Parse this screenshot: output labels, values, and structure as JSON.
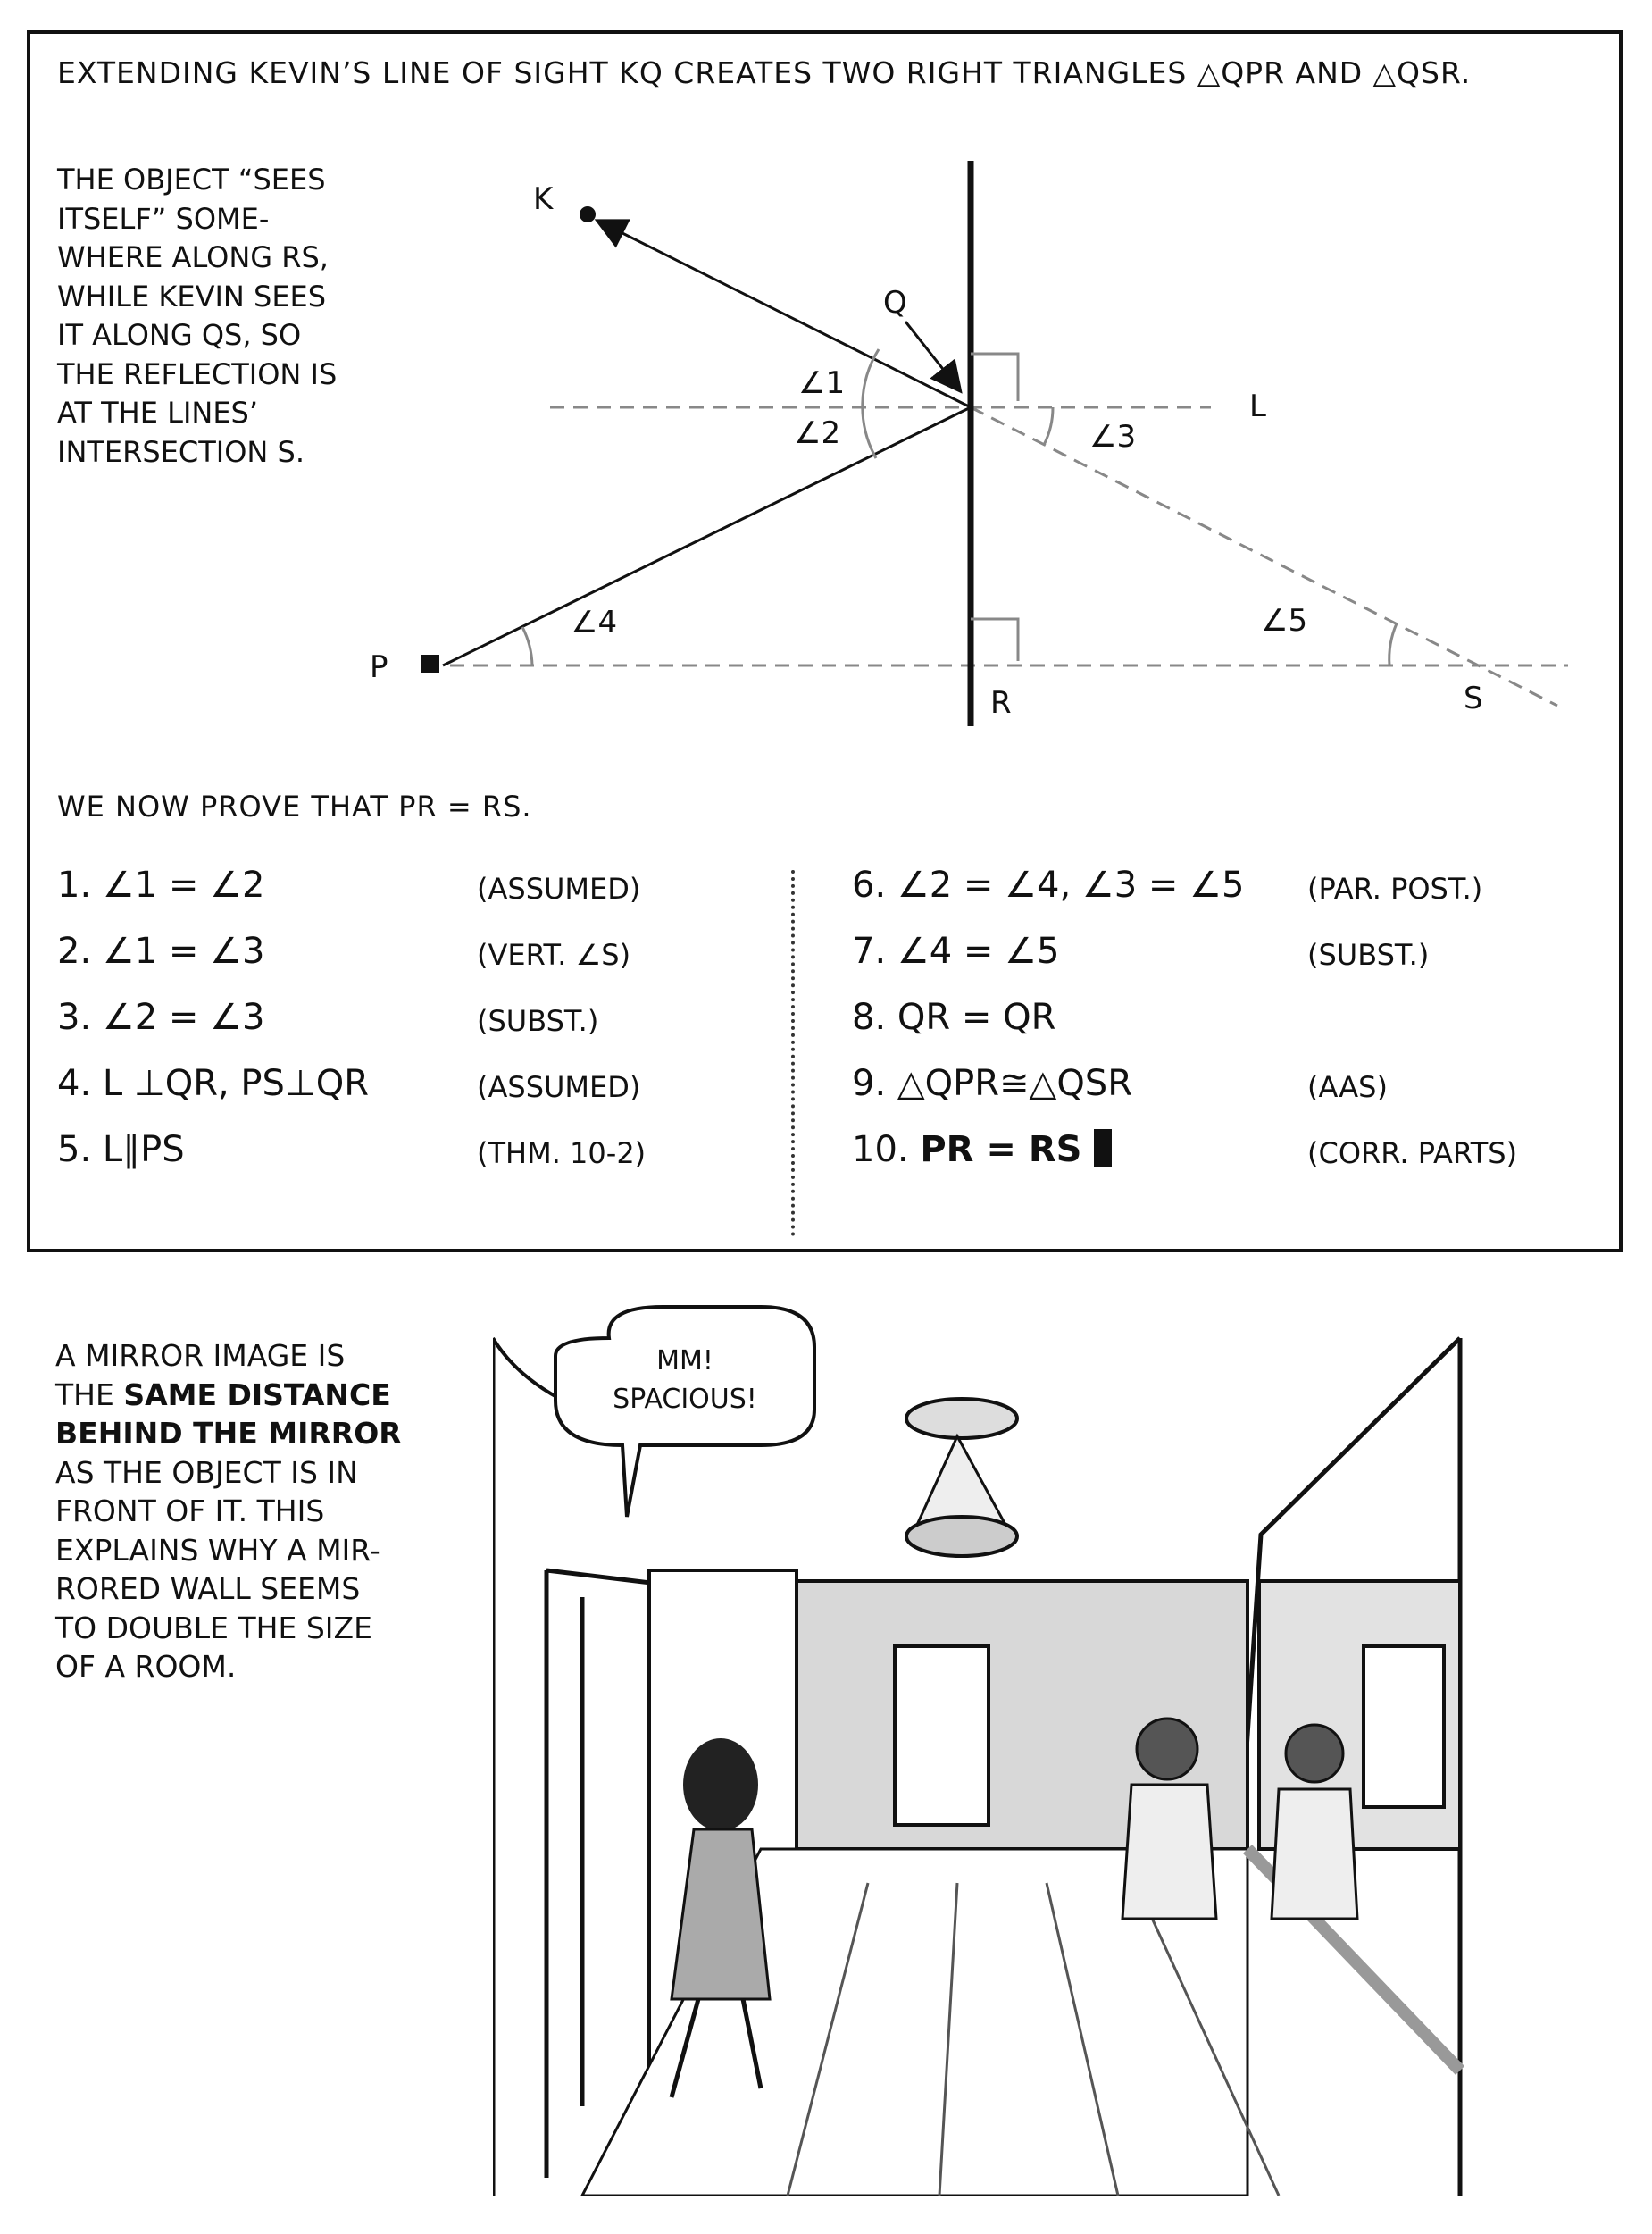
{
  "heading": "Extending Kevin’s line of sight KQ creates two right triangles △QPR and △QSR.",
  "side_note": [
    "The object “sees",
    "itself” some-",
    "where along RS,",
    "while Kevin sees",
    "it along QS, so",
    "the reflection is",
    "at the lines’",
    "intersection S."
  ],
  "diagram": {
    "points": {
      "K": "K",
      "Q": "Q",
      "L": "L",
      "P": "P",
      "R": "R",
      "S": "S"
    },
    "angles": {
      "a1": "∠1",
      "a2": "∠2",
      "a3": "∠3",
      "a4": "∠4",
      "a5": "∠5"
    }
  },
  "prove_line": "We now prove that PR = RS.",
  "proof_left": [
    {
      "step": "1. ∠1 = ∠2",
      "reason": "(Assumed)"
    },
    {
      "step": "2. ∠1 = ∠3",
      "reason": "(Vert. ∠s)"
    },
    {
      "step": "3. ∠2 = ∠3",
      "reason": "(Subst.)"
    },
    {
      "step": "4. L ⊥QR, PS⊥QR",
      "reason": "(Assumed)"
    },
    {
      "step": "5. L∥PS",
      "reason": "(Thm. 10-2)"
    }
  ],
  "proof_right": [
    {
      "step": "6. ∠2 = ∠4, ∠3 = ∠5",
      "reason": "(Par. Post.)"
    },
    {
      "step": "7. ∠4 = ∠5",
      "reason": "(Subst.)"
    },
    {
      "step": "8. QR = QR",
      "reason": ""
    },
    {
      "step": "9. △QPR≅△QSR",
      "reason": "(AAS)"
    },
    {
      "step_prefix": "10. ",
      "step_bold": "PR = RS",
      "reason": "(Corr. Parts)"
    }
  ],
  "caption": {
    "l1": "A mirror image is",
    "l2_pre": "the ",
    "l2_bold": "same distance",
    "l3_bold": "behind the mirror",
    "l4": "as the object is in",
    "l5": "front of it. This",
    "l6": "explains why a mir-",
    "l7": "rored wall seems",
    "l8": "to double the size",
    "l9": "of a room."
  },
  "comic": {
    "bubble_line1": "MM!",
    "bubble_line2": "SPACIOUS!"
  }
}
